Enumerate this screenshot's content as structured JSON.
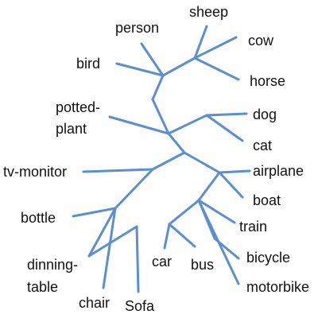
{
  "diagram": {
    "type": "unrooted-tree",
    "edge_color": "#5b8fd0",
    "text_color": "#111111",
    "labels": {
      "person": "person",
      "sheep": "sheep",
      "cow": "cow",
      "bird": "bird",
      "horse": "horse",
      "potted_plant_line1": "potted-",
      "potted_plant_line2": "plant",
      "dog": "dog",
      "cat": "cat",
      "tv_monitor": "tv-monitor",
      "airplane": "airplane",
      "boat": "boat",
      "bottle": "bottle",
      "train": "train",
      "dinning_table_line1": "dinning-",
      "dinning_table_line2": "table",
      "car": "car",
      "bus": "bus",
      "bicycle": "bicycle",
      "motorbike": "motorbike",
      "chair": "chair",
      "sofa": "Sofa"
    }
  }
}
